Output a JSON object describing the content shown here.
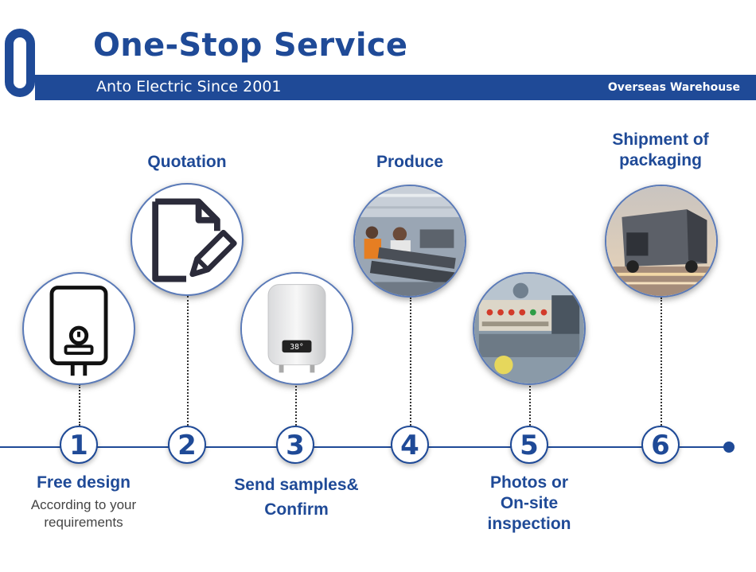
{
  "header": {
    "title": "One-Stop Service",
    "subtitle": "Anto Electric Since 2001",
    "right_label": "Overseas Warehouse"
  },
  "steps": [
    {
      "number": "1",
      "title": "Free design",
      "subtitle_lines": [
        "According to your",
        "requirements"
      ]
    },
    {
      "number": "2",
      "title": "Quotation"
    },
    {
      "number": "3",
      "title_lines": [
        "Send samples&",
        "Confirm"
      ]
    },
    {
      "number": "4",
      "title": "Produce"
    },
    {
      "number": "5",
      "title_lines": [
        "Photos or",
        "On-site",
        "inspection"
      ]
    },
    {
      "number": "6",
      "title_lines": [
        "Shipment of",
        "packaging"
      ]
    }
  ],
  "device_display": "38°",
  "icons": [
    "water-heater-outline-icon",
    "document-edit-icon",
    "water-heater-photo",
    "factory-photo",
    "inspection-photo",
    "truck-photo"
  ],
  "colors": {
    "brand_blue": "#1f4a97"
  }
}
